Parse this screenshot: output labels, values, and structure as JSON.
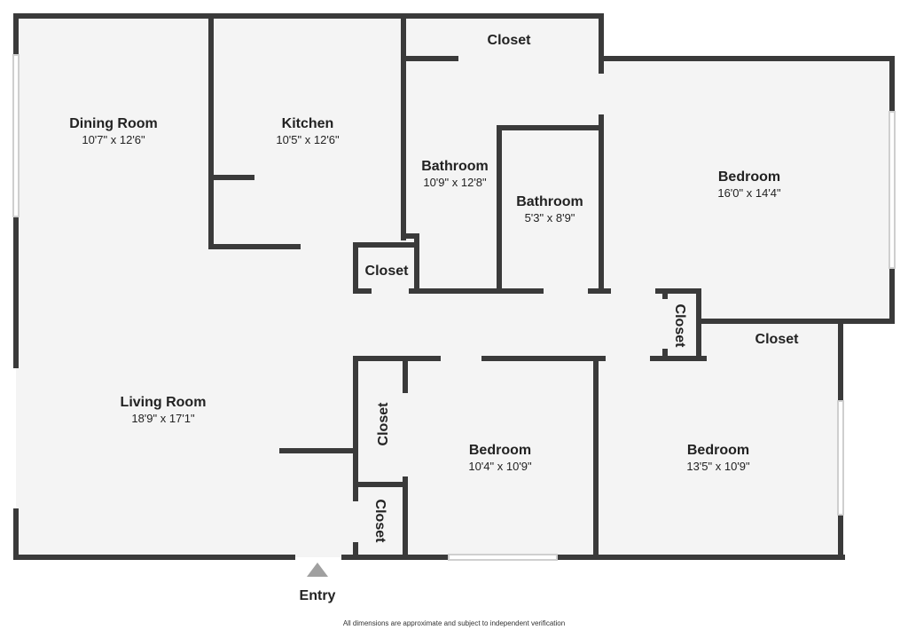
{
  "rooms": {
    "dining": {
      "name": "Dining Room",
      "dims": "10'7\" x 12'6\""
    },
    "kitchen": {
      "name": "Kitchen",
      "dims": "10'5\" x 12'6\""
    },
    "bath1": {
      "name": "Bathroom",
      "dims": "10'9\" x 12'8\""
    },
    "bath2": {
      "name": "Bathroom",
      "dims": "5'3\" x 8'9\""
    },
    "bedroom1": {
      "name": "Bedroom",
      "dims": "16'0\" x 14'4\""
    },
    "living": {
      "name": "Living Room",
      "dims": "18'9\" x 17'1\""
    },
    "bedroom2": {
      "name": "Bedroom",
      "dims": "10'4\" x 10'9\""
    },
    "bedroom3": {
      "name": "Bedroom",
      "dims": "13'5\" x 10'9\""
    }
  },
  "closets": {
    "top": "Closet",
    "kitchen": "Closet",
    "hall_vertical": "Closet",
    "bedroom3": "Closet",
    "left_upper": "Closet",
    "left_lower": "Closet"
  },
  "entry": "Entry",
  "disclaimer": "All dimensions are approximate and subject to independent verification",
  "colors": {
    "wall": "#3a3a3a",
    "floor": "#f4f4f4",
    "window": "#dcdcdc",
    "entry_marker": "#a0a0a0"
  }
}
